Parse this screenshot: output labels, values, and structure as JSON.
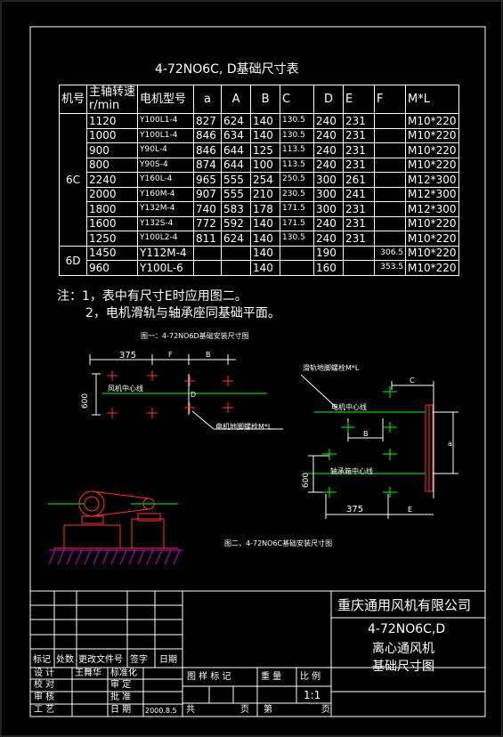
{
  "sheet_title": "4-72NO6C, D基础尺寸表",
  "headers": [
    "机号",
    "主轴转速 r/min",
    "电机型号",
    "a",
    "A",
    "B",
    "C",
    "D",
    "E",
    "F",
    "M*L"
  ],
  "header_rpm_line1": "主轴转速",
  "header_rpm_line2": "r/min",
  "group_6c": "6C",
  "group_6d": "6D",
  "rows_6c": [
    {
      "rpm": "1120",
      "motor": "Y100L1-4",
      "a": "827",
      "A": "624",
      "B": "140",
      "C": "130.5",
      "D": "240",
      "E": "231",
      "F": "",
      "ML": "M10*220"
    },
    {
      "rpm": "1000",
      "motor": "Y100L1-4",
      "a": "846",
      "A": "634",
      "B": "140",
      "C": "130.5",
      "D": "240",
      "E": "231",
      "F": "",
      "ML": "M10*220"
    },
    {
      "rpm": "900",
      "motor": "Y90L-4",
      "a": "846",
      "A": "644",
      "B": "125",
      "C": "113.5",
      "D": "240",
      "E": "231",
      "F": "",
      "ML": "M10*220"
    },
    {
      "rpm": "800",
      "motor": "Y90S-4",
      "a": "874",
      "A": "644",
      "B": "100",
      "C": "113.5",
      "D": "240",
      "E": "231",
      "F": "",
      "ML": "M10*220"
    },
    {
      "rpm": "2240",
      "motor": "Y160L-4",
      "a": "965",
      "A": "555",
      "B": "254",
      "C": "250.5",
      "D": "300",
      "E": "261",
      "F": "",
      "ML": "M12*300"
    },
    {
      "rpm": "2000",
      "motor": "Y160M-4",
      "a": "907",
      "A": "555",
      "B": "210",
      "C": "230.5",
      "D": "300",
      "E": "241",
      "F": "",
      "ML": "M12*300"
    },
    {
      "rpm": "1800",
      "motor": "Y132M-4",
      "a": "740",
      "A": "583",
      "B": "178",
      "C": "171.5",
      "D": "300",
      "E": "231",
      "F": "",
      "ML": "M12*300"
    },
    {
      "rpm": "1600",
      "motor": "Y132S-4",
      "a": "772",
      "A": "592",
      "B": "140",
      "C": "171.5",
      "D": "240",
      "E": "231",
      "F": "",
      "ML": "M10*220"
    },
    {
      "rpm": "1250",
      "motor": "Y100L2-4",
      "a": "811",
      "A": "624",
      "B": "140",
      "C": "130.5",
      "D": "240",
      "E": "231",
      "F": "",
      "ML": "M10*220"
    }
  ],
  "rows_6d": [
    {
      "rpm": "1450",
      "motor": "Y112M-4",
      "a": "",
      "A": "",
      "B": "140",
      "C": "",
      "D": "190",
      "E": "",
      "F": "306.5",
      "ML": "M10*220"
    },
    {
      "rpm": "960",
      "motor": "Y100L-6",
      "a": "",
      "A": "",
      "B": "140",
      "C": "",
      "D": "160",
      "E": "",
      "F": "353.5",
      "ML": "M10*220"
    }
  ],
  "note_1": "注：1，表中有尺寸E时应用图二。",
  "note_2": "2，电机滑轨与轴承座同基础平面。",
  "fig1": {
    "caption": "图一：4-72NO6D基础安装尺寸图",
    "dim_375": "375",
    "dim_F": "F",
    "dim_B": "B",
    "dim_D": "D",
    "dim_600": "600",
    "label_fan_center": "风机中心线",
    "label_motor_bolt": "电机地脚螺栓M*L"
  },
  "fig2": {
    "caption": "图二，4-72NO6C基础安装尺寸图",
    "label_rail_bolt": "滑轨地脚螺栓M*L",
    "label_motor_center": "电机中心线",
    "label_bearing_center": "轴承箱中心线",
    "dim_C": "C",
    "dim_B": "B",
    "dim_a": "a",
    "dim_600": "600",
    "dim_375": "375",
    "dim_E": "E"
  },
  "title_block": {
    "company": "重庆通用风机有限公司",
    "model": "4-72NO6C,D",
    "name_line1": "离心通风机",
    "name_line2": "基础尺寸图",
    "rev_headers": [
      "标记",
      "处数",
      "更改文件号",
      "签字",
      "日期"
    ],
    "design": "设 计",
    "designer": "王舞华",
    "standard": "标准化",
    "check": "校 对",
    "approve_fix": "审 定",
    "review": "审 核",
    "approve": "批 准",
    "process": "工 艺",
    "date_label": "日 期",
    "date": "2000.8.5",
    "stage_mark": "图 样 标 记",
    "weight": "重 量",
    "scale_label": "比 例",
    "scale": "1:1",
    "sheets_total": "共",
    "sheets_unit1": "页",
    "sheet_no": "第",
    "sheets_unit2": "页"
  }
}
